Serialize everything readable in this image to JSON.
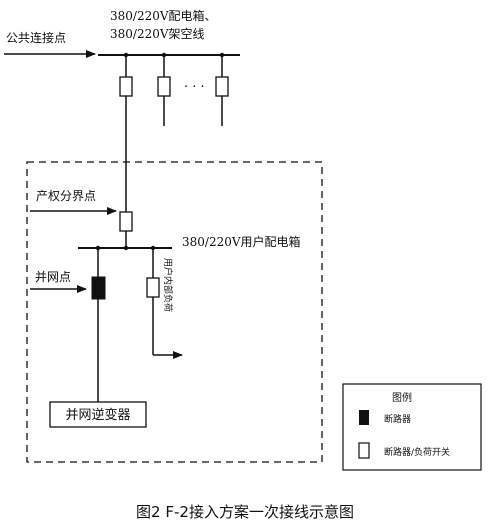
{
  "labels": {
    "public_point": "公共连接点",
    "top_bus_line1": "380/220V配电箱、",
    "top_bus_line2": "380/220V架空线",
    "ellipsis": "· · ·",
    "property_boundary": "产权分界点",
    "user_box": "380/220V用户配电箱",
    "grid_point": "并网点",
    "internal_load": "用户内部负荷",
    "inverter": "并网逆变器"
  },
  "legend": {
    "title": "图例",
    "breaker": "断路器",
    "breaker_load_switch": "断路器/负荷开关"
  },
  "caption": "图2 F-2接入方案一次接线示意图",
  "colors": {
    "line": "#111111",
    "background": "#ffffff"
  }
}
